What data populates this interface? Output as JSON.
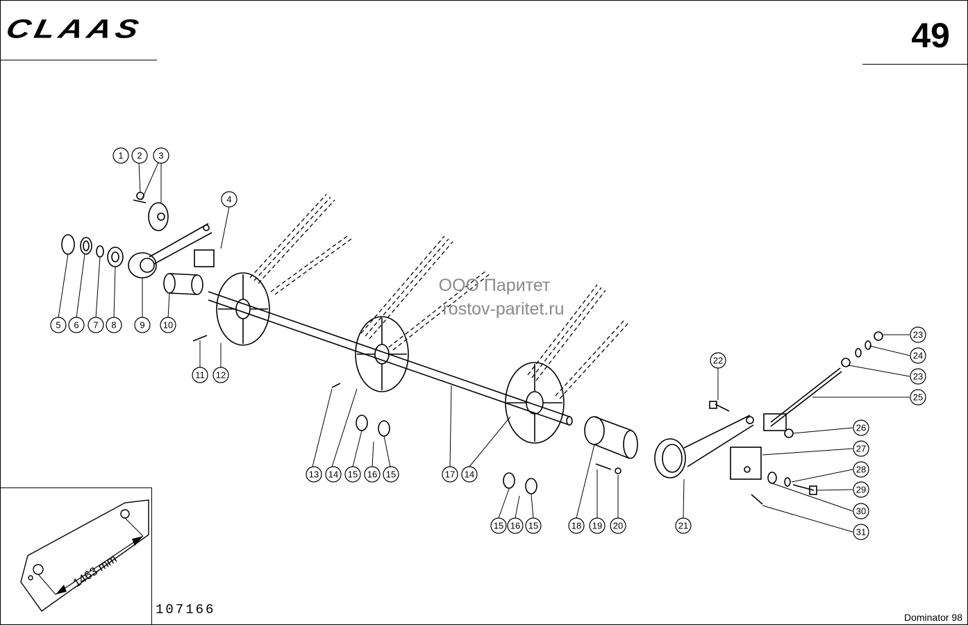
{
  "header": {
    "logo_text": "CLAAS",
    "page_number": "49"
  },
  "footer": {
    "drawing_number": "107166",
    "model": "Dominator 98"
  },
  "watermark": {
    "line1": "ООО Паритет",
    "line2": "rostov-paritet.ru"
  },
  "inset": {
    "dimension_label": "1463 mm"
  },
  "callouts": [
    "1",
    "2",
    "3",
    "4",
    "5",
    "6",
    "7",
    "8",
    "9",
    "10",
    "11",
    "12",
    "13",
    "14",
    "15",
    "16",
    "17",
    "18",
    "19",
    "20",
    "21",
    "22",
    "23",
    "24",
    "25",
    "26",
    "27",
    "28",
    "29",
    "30",
    "31"
  ]
}
